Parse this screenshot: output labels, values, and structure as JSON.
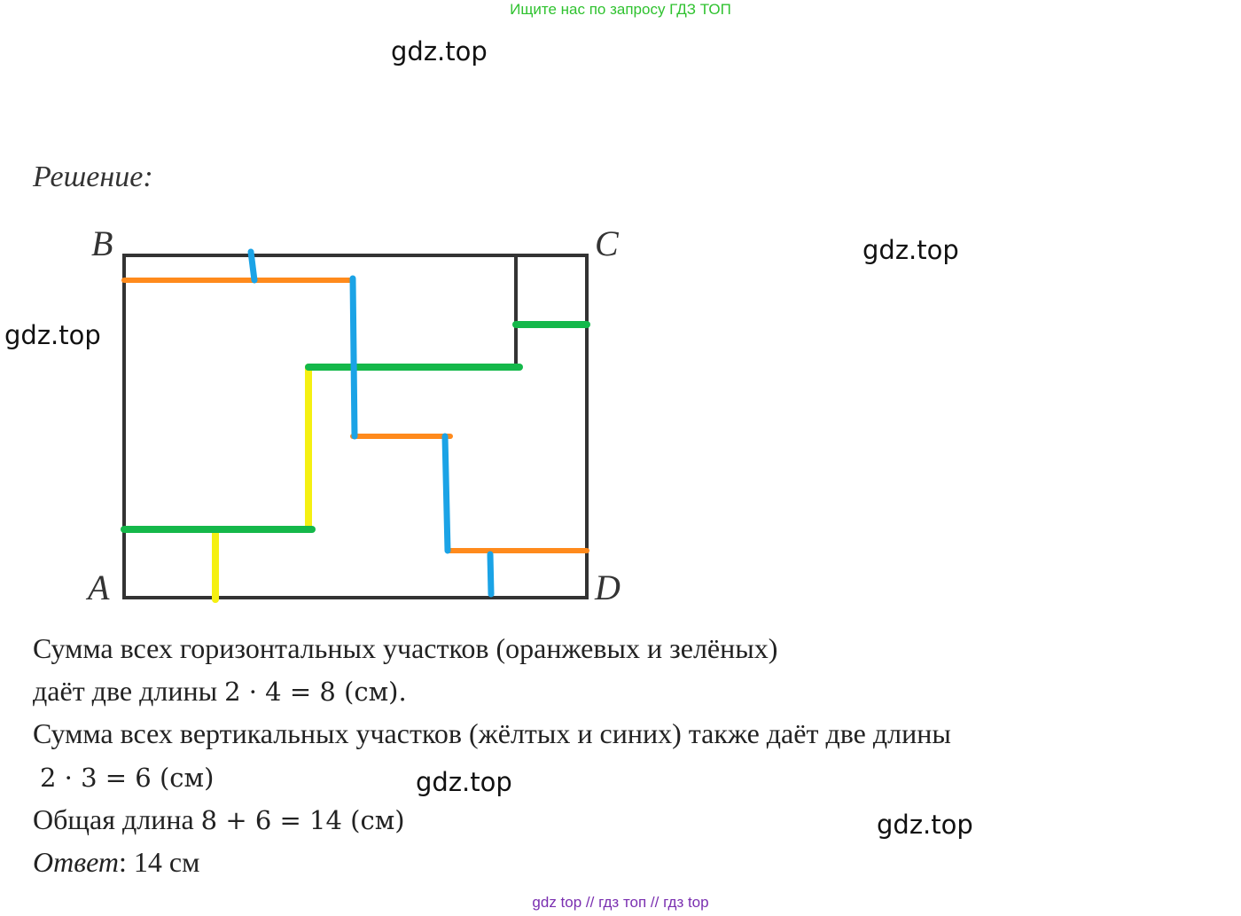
{
  "banner": "Ищите нас по запросу ГДЗ ТОП",
  "watermark": "gdz.top",
  "solution_title": "Решение:",
  "figure": {
    "labels": {
      "b": "B",
      "c": "C",
      "a": "A",
      "d": "D"
    },
    "colors": {
      "frame": "#333333",
      "orange": "#ff8a1c",
      "green": "#14b84a",
      "blue": "#1ba3e6",
      "yellow": "#f5f012"
    }
  },
  "lines": {
    "l1": "Сумма всех горизонтальных участков (оранжевых и зелёных)",
    "l2_text": "даёт две длины ",
    "l2_math": "2 · 4 = 8 (см).",
    "l3": "Сумма всех вертикальных участков (жёлтых и синих) также даёт две длины",
    "l4_math": "2 · 3 = 6 (см)",
    "l5_text": "Общая длина ",
    "l5_math": "8 + 6 = 14 (см)",
    "l6_label": "Ответ",
    "l6_value": ": 14 см"
  },
  "footer": "gdz top  //  гдз топ  //  гдз top"
}
